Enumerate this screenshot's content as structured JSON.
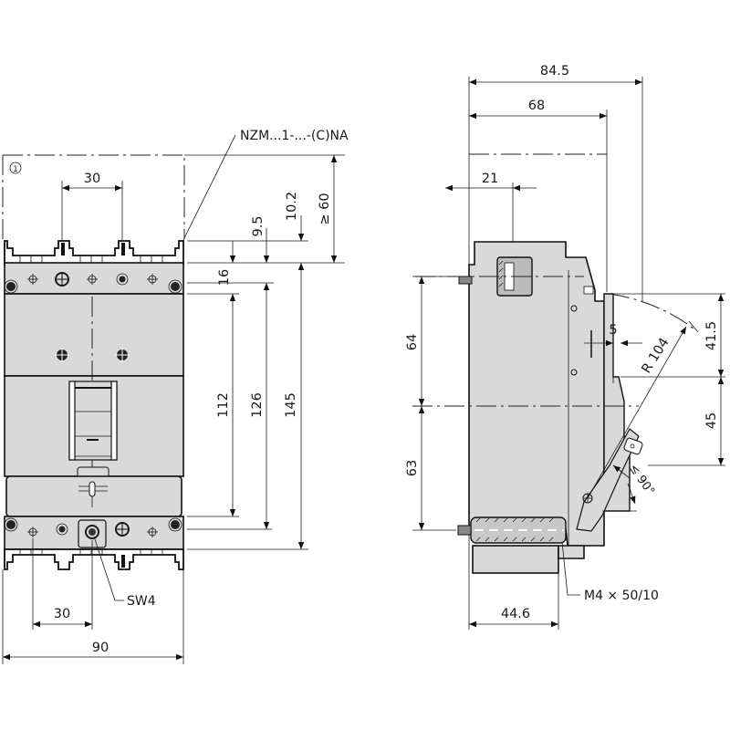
{
  "drawing": {
    "front_view": {
      "note_marker": "1",
      "model_label": "NZM...1-...-(C)NA",
      "terminal_label": "SW4",
      "dimensions": {
        "top_pitch": "30",
        "bottom_pitch": "30",
        "width": "90",
        "clearance": "≥ 60",
        "d_10_2": "10.2",
        "d_9_5": "9.5",
        "d_16": "16",
        "d_112": "112",
        "d_126": "126",
        "d_145": "145"
      }
    },
    "side_view": {
      "screw_label": "M4 × 50/10",
      "dimensions": {
        "depth_total": "84.5",
        "depth_68": "68",
        "d_21": "21",
        "d_64": "64",
        "d_63": "63",
        "d_5": "5",
        "radius": "R 104",
        "d_41_5": "41.5",
        "d_45": "45",
        "angle": "≤ 90°",
        "d_44_6": "44.6"
      }
    },
    "colors": {
      "body_fill": "#d9d9d9",
      "line": "#1a1a1a"
    }
  }
}
